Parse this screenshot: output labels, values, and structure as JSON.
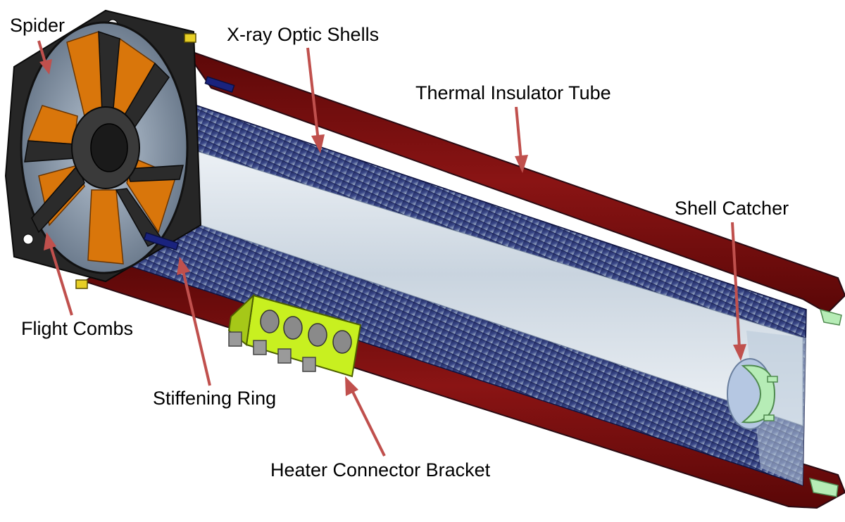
{
  "labels": {
    "spider": "Spider",
    "xray_optic_shells": "X-ray Optic Shells",
    "thermal_insulator_tube": "Thermal Insulator Tube",
    "shell_catcher": "Shell Catcher",
    "flight_combs": "Flight Combs",
    "stiffening_ring": "Stiffening Ring",
    "heater_connector_bracket": "Heater Connector Bracket"
  },
  "colors": {
    "arrow": "#c0504d",
    "tube": "#7a0f0f",
    "tube_edge": "#2a0a12",
    "shells": "#2a3570",
    "mandrel": "#dfe6ee",
    "spider": "#222222",
    "comb": "#d9760b",
    "bracket": "#c8f020",
    "catcher": "#b6ecb6"
  }
}
